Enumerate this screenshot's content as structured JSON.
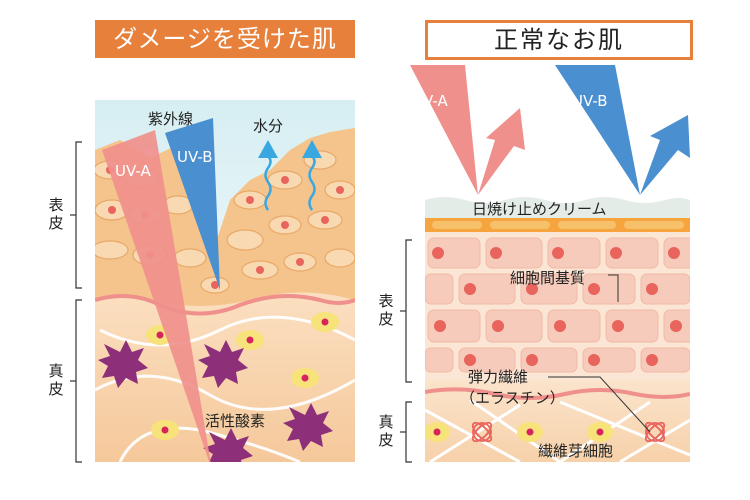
{
  "titles": {
    "damaged": "ダメージを受けた肌",
    "normal": "正常なお肌"
  },
  "left_panel": {
    "uv_label": "紫外線",
    "uv_a": "UV-A",
    "uv_b": "UV-B",
    "water": "水分",
    "epidermis": "表皮",
    "dermis": "真皮",
    "active_oxygen": "活性酸素"
  },
  "right_panel": {
    "uv_a": "UV-A",
    "uv_b": "UV-B",
    "sunscreen": "日焼け止めクリーム",
    "intercellular": "細胞間基質",
    "epidermis": "表皮",
    "elastin_line1": "弾力繊維",
    "elastin_line2": "（エラスチン）",
    "dermis": "真皮",
    "fibroblast": "繊維芽細胞"
  },
  "colors": {
    "title_orange": "#e6803a",
    "uv_a_pink": "#f0908c",
    "uv_b_blue": "#4a8fcf",
    "epidermis_beige": "#f4c48c",
    "dermis_peach": "#f8d2ac",
    "cell_red": "#e8645c",
    "free_radical_purple": "#8e2f7a",
    "water_blue": "#3aa8e0"
  }
}
